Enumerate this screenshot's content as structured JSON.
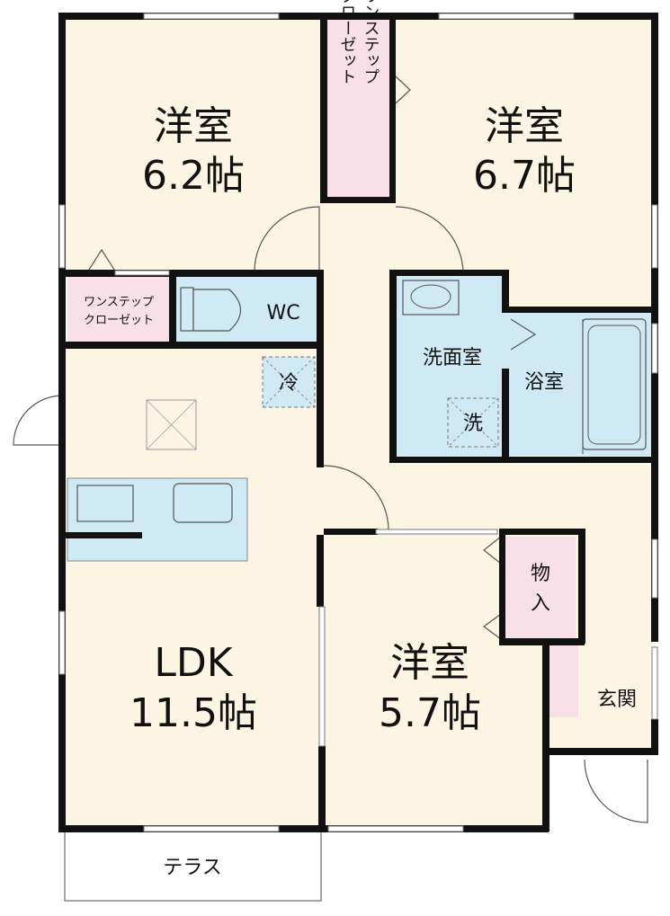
{
  "plan": {
    "rooms": {
      "bedroom_1": {
        "name": "洋室",
        "size": "6.2帖"
      },
      "bedroom_2": {
        "name": "洋室",
        "size": "6.7帖"
      },
      "bedroom_3": {
        "name": "洋室",
        "size": "5.7帖"
      },
      "ldk": {
        "name": "LDK",
        "size": "11.5帖"
      },
      "washroom": {
        "name": "洗面室"
      },
      "bathroom": {
        "name": "浴室"
      },
      "toilet": {
        "name": "WC"
      },
      "storage": {
        "name_line1": "物",
        "name_line2": "入"
      },
      "entrance": {
        "name": "玄関"
      },
      "terrace": {
        "name": "テラス"
      }
    },
    "closets": {
      "one_step_1": {
        "line1": "ワンステップ",
        "line2": "クローゼット"
      },
      "one_step_2_vertical": {
        "line1": "ワンステップ",
        "line2": "クローゼット"
      }
    },
    "symbols": {
      "fridge": "冷",
      "washer": "洗"
    },
    "colors": {
      "floor": "#fdf5e4",
      "wet_area": "#cfeaf4",
      "closet": "#f9dfe8",
      "wall": "#111111"
    }
  }
}
